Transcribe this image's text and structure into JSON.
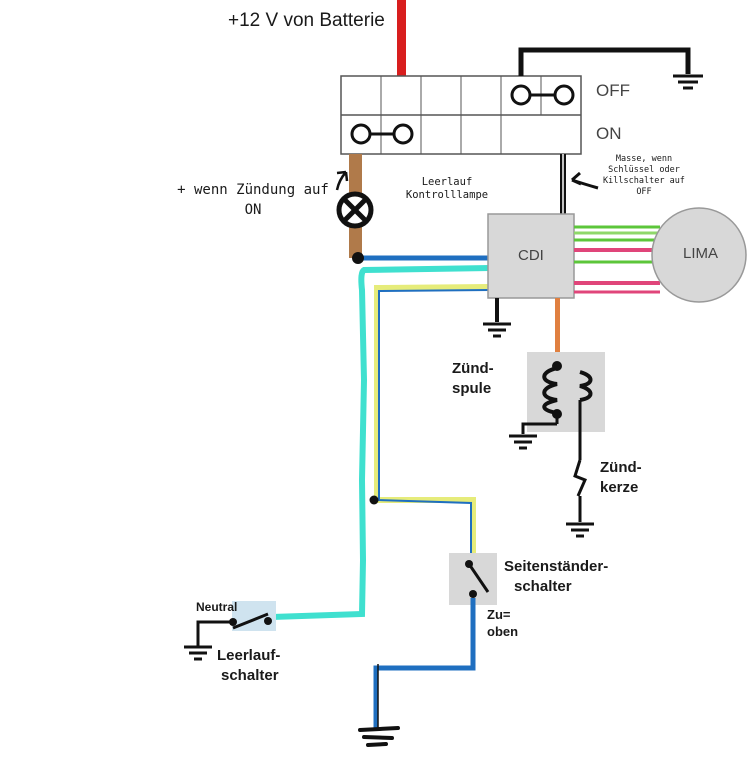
{
  "labels": {
    "battery": "+12 V von Batterie",
    "off": "OFF",
    "on": "ON",
    "ignition_note": "+ wenn Zündung auf ON",
    "lamp": "Leerlauf Kontrolllampe",
    "masse_note": "Masse, wenn Schlüssel oder Killschalter auf OFF",
    "cdi": "CDI",
    "lima": "LIMA",
    "coil_1": "Zünd-",
    "coil_2": "spule",
    "plug_1": "Zünd-",
    "plug_2": "kerze",
    "stand_1": "Seitenständer-",
    "stand_2": "schalter",
    "stand_state_1": "Zu=",
    "stand_state_2": "oben",
    "neutral": "Neutral",
    "idle_1": "Leerlauf-",
    "idle_2": "schalter"
  },
  "colors": {
    "battery_wire": "#d81e1e",
    "ground_wire": "#111111",
    "brown_wire": "#b07a4a",
    "blue_wire": "#1f6fc0",
    "yellow_wire": "#e6ec7a",
    "cyan_wire": "#3fe0cf",
    "green_wire": "#5cc63a",
    "pink_wire": "#e0457a",
    "orange_wire": "#e08040",
    "box_fill": "#d8d8d8"
  }
}
